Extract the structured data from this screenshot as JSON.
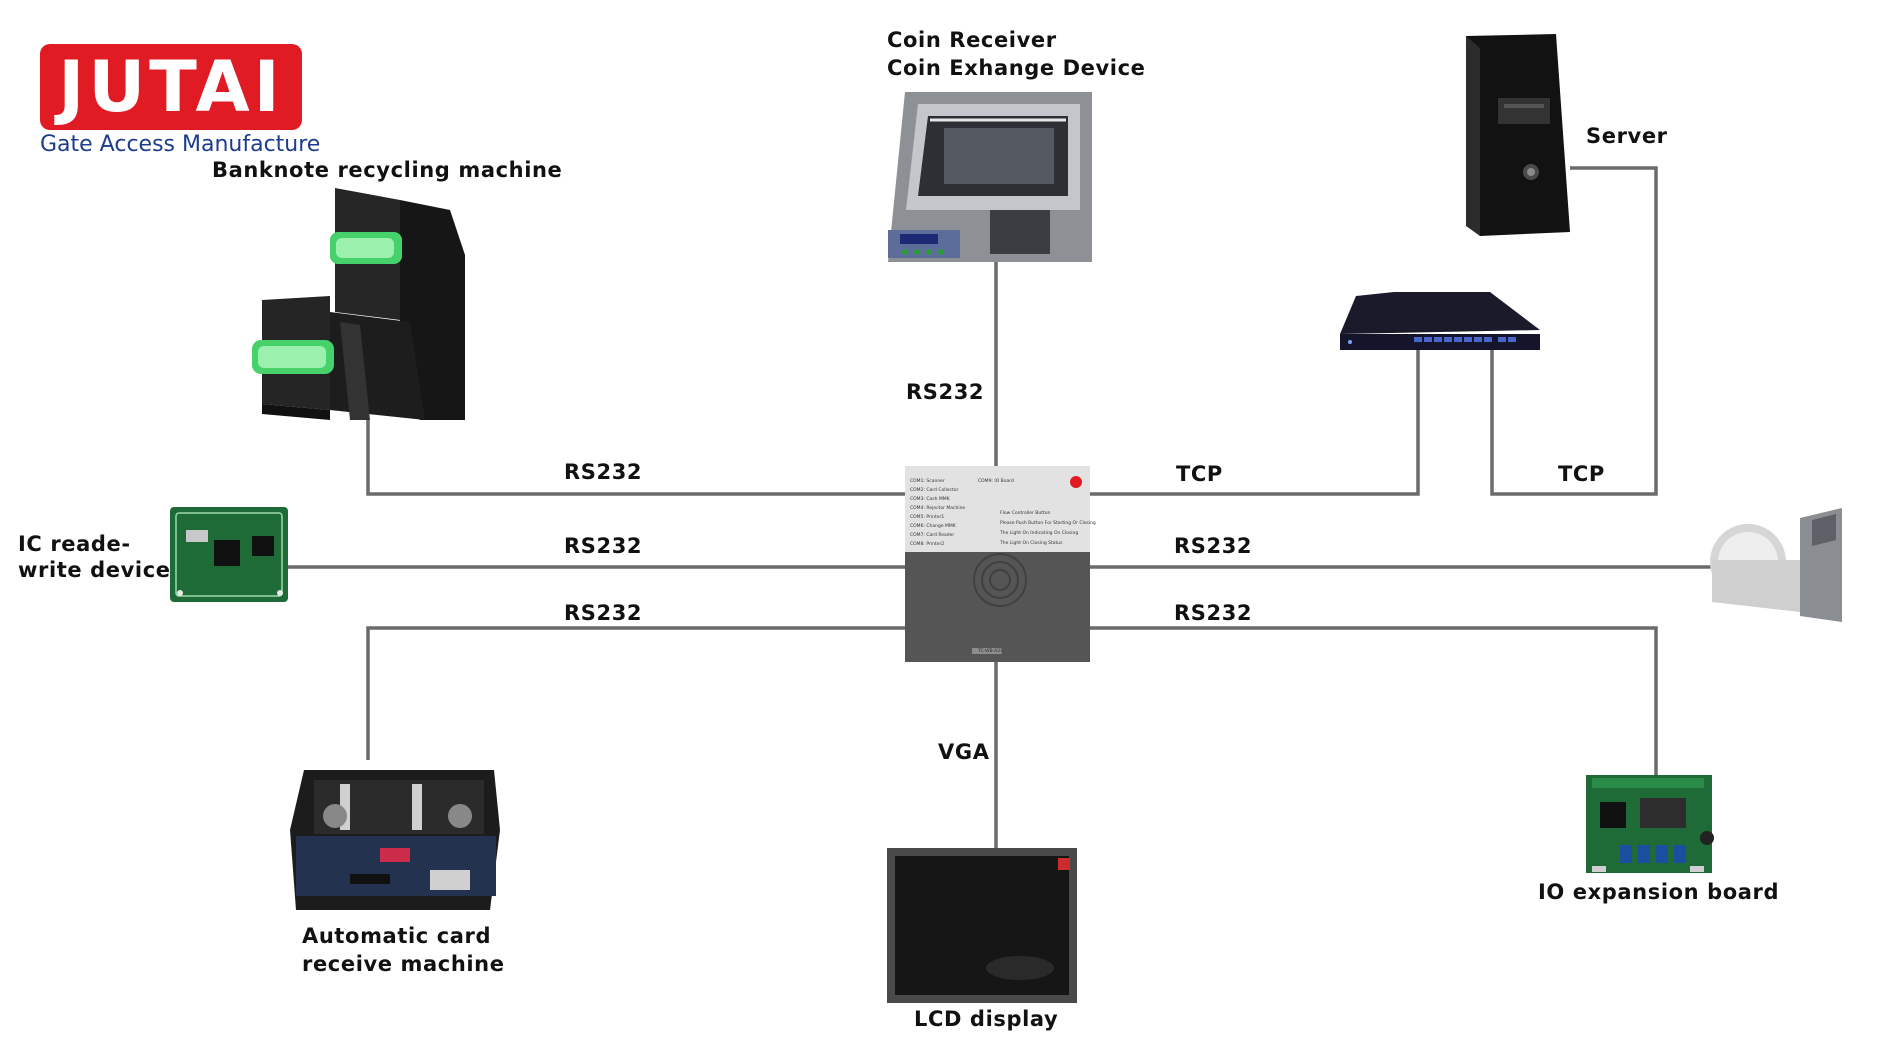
{
  "logo": {
    "brand": "JUTAI",
    "tagline": "Gate Access Manufacture",
    "color": "#e01b24",
    "tagline_color": "#1d3c8c"
  },
  "devices": {
    "banknote": "Banknote recycling machine",
    "coin_line1": "Coin Receiver",
    "coin_line2": "Coin Exhange Device",
    "server": "Server",
    "ic_line1": "IC reade-",
    "ic_line2": "write device",
    "card_line1": "Automatic card",
    "card_line2": "receive machine",
    "lcd": "LCD display",
    "io": "IO expansion board"
  },
  "connections": {
    "coin": "RS232",
    "banknote": "RS232",
    "ic": "RS232",
    "card": "RS232",
    "switch": "TCP",
    "server": "TCP",
    "printer": "RS232",
    "io": "RS232",
    "lcd": "VGA"
  },
  "controller_panel": {
    "left": [
      "COM1: Scanner",
      "COM2: Card Collector",
      "COM3: Cash MMK",
      "COM4: Rejector Machine",
      "COM5: Printer1",
      "COM6: Change MMK",
      "COM7: Card Reader",
      "COM8: Printer2"
    ],
    "right_top": "COM9: IO Board",
    "right": [
      "Flow Controller Button",
      "Please Push Button For Starting Or Closing",
      "The Light On Indicating On Closing",
      "The Light On Closing Status"
    ],
    "footer": "TC-WB-A21"
  },
  "colors": {
    "line": "#6b6b6b",
    "accent": "#e01b24",
    "device_dark": "#1e1e1e",
    "pcb": "#1f6b38"
  },
  "icons": {
    "controller": "controller-box-icon",
    "banknote": "banknote-machine-icon",
    "coin": "coin-device-icon",
    "server": "server-tower-icon",
    "switch": "network-switch-icon",
    "ic": "ic-reader-board-icon",
    "printer": "thermal-printer-icon",
    "card": "card-dispenser-icon",
    "lcd": "lcd-monitor-icon",
    "io": "io-board-icon"
  }
}
